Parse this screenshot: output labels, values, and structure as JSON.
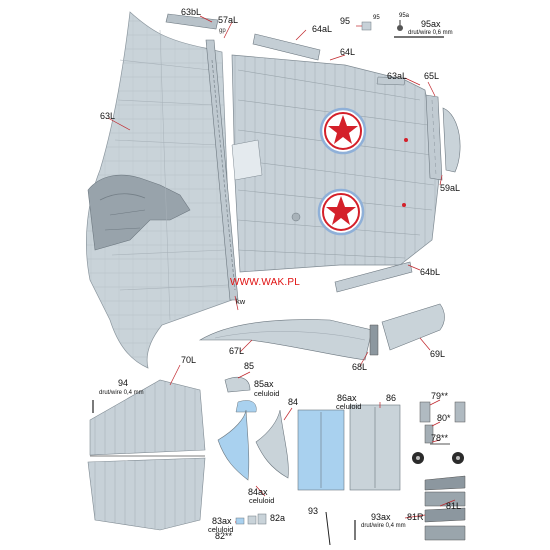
{
  "watermark": "WWW.WAK.PL",
  "colors": {
    "panel": "#c9d3d9",
    "panel_dark": "#9ea8b1",
    "panel_line": "#8b969e",
    "leader": "#c1272d",
    "star_red": "#d4202a",
    "roundel_blue": "#8fb0d8",
    "celluloid": "#a9d1ef",
    "tire": "#2b2b2b"
  },
  "labels": {
    "l63bL": "63bL",
    "l57aL": "57aL",
    "l64aL": "64aL",
    "l95": "95",
    "l95top": "95",
    "l95a": "95a",
    "l95ax": "95ax",
    "l95ax_sub": "drut/wire 0,6 mm",
    "l64L": "64L",
    "l63aL": "63aL",
    "l65L": "65L",
    "l63L": "63L",
    "l59aL": "59aL",
    "l64bL": "64bL",
    "lkw": "kw",
    "l67L": "67L",
    "l68L": "68L",
    "l69L": "69L",
    "l70L": "70L",
    "l94": "94",
    "l94_sub": "drut/wire 0,4 mm",
    "l85": "85",
    "l85ax": "85ax",
    "l85ax_sub": "celuloid",
    "l84": "84",
    "l84ax": "84ax",
    "l84ax_sub": "celuloid",
    "l86ax": "86ax",
    "l86ax_sub": "celuloid",
    "l86": "86",
    "l79": "79**",
    "l80": "80*",
    "l78": "78**",
    "l81L": "81L",
    "l81R": "81R",
    "l83ax": "83ax",
    "l83ax_sub": "celuloid",
    "l82": "82**",
    "l82a": "82a",
    "l93": "93",
    "l93ax": "93ax",
    "l93ax_sub": "drut/wire 0,4 mm"
  }
}
